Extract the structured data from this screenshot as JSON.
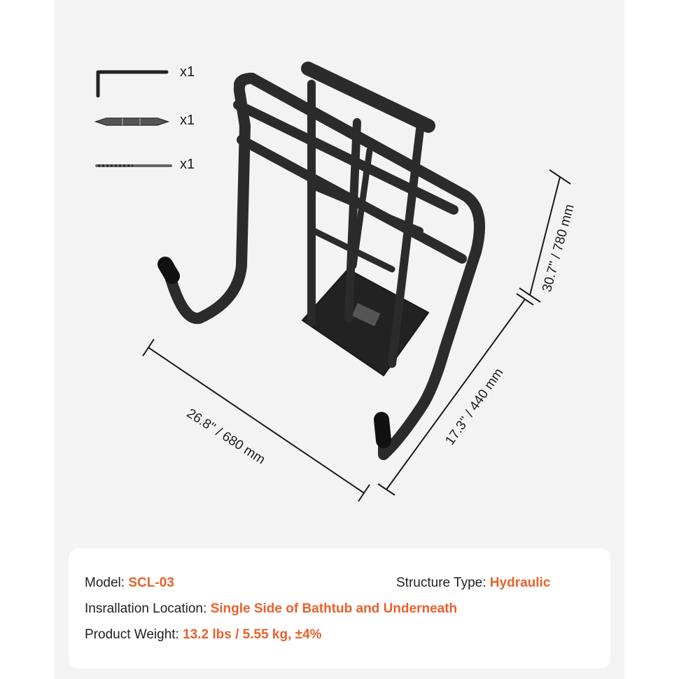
{
  "accessories": [
    {
      "icon": "allen-key-icon",
      "qty": "x1"
    },
    {
      "icon": "screwdriver-bit-icon",
      "qty": "x1"
    },
    {
      "icon": "drill-bit-icon",
      "qty": "x1"
    }
  ],
  "dimensions": {
    "height": "30.7'' / 780 mm",
    "width": "26.8'' / 680 mm",
    "depth": "17.3'' / 440 mm"
  },
  "specs": {
    "model_label": "Model: ",
    "model_value": "SCL-03",
    "structure_label": "Structure Type: ",
    "structure_value": "Hydraulic",
    "location_label": "Insrallation Location: ",
    "location_value": "Single Side of Bathtub and Underneath",
    "weight_label": "Product Weight: ",
    "weight_value": "13.2 lbs / 5.55 kg, ±4%"
  },
  "colors": {
    "accent": "#e8622c",
    "frame": "#2b2b2b",
    "panel": "#f3f3f3"
  }
}
